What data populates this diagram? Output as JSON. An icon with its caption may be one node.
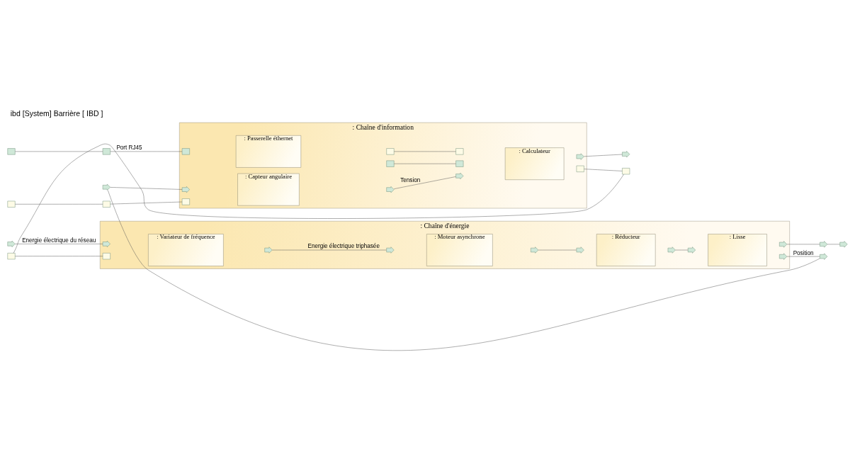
{
  "diagram": {
    "title": "ibd [System] Barrière [ IBD ]",
    "nodes": [
      {
        "text": [
          ": Chaîne d'information"
        ]
      },
      {
        "text": [],
        "shape": "box"
      },
      {
        "text": [],
        "shape": "box"
      },
      {
        "text": [],
        "shape": "box"
      },
      {
        "text": [],
        "shape": "box"
      },
      {
        "text": [],
        "shape": "arrow"
      },
      {
        "text": [
          ": Passerelle éthernet"
        ],
        "in": 0
      },
      {
        "text": [],
        "shape": "box",
        "in": 0
      },
      {
        "text": [],
        "shape": "box",
        "in": 0
      },
      {
        "text": [],
        "shape": "box",
        "in": 0
      },
      {
        "text": [],
        "shape": "box",
        "in": 0
      },
      {
        "text": [
          ": Capteur angulaire"
        ],
        "in": 0
      },
      {
        "text": [],
        "shape": "arrow",
        "in": 0
      },
      {
        "text": [],
        "shape": "arrow",
        "in": 0
      },
      {
        "text": [
          ": Calculateur"
        ],
        "in": 0
      },
      {
        "text": [],
        "shape": "box",
        "in": 0
      },
      {
        "text": [],
        "shape": "box",
        "in": 0
      },
      {
        "text": [],
        "shape": "arrow",
        "in": 0
      },
      {
        "text": [],
        "shape": "arrow",
        "in": 0
      },
      {
        "text": [],
        "shape": "box",
        "in": 0
      },
      {
        "text": [],
        "shape": "arrow"
      },
      {
        "text": [],
        "shape": "box"
      },
      {
        "text": [
          ": Chaîne d'énergie"
        ]
      },
      {
        "text": [],
        "shape": "box"
      },
      {
        "text": [],
        "shape": "arrow"
      },
      {
        "text": [
          ": Variateur de fréquence"
        ],
        "in": 22
      },
      {
        "text": [],
        "shape": "box",
        "in": 22
      },
      {
        "text": [],
        "shape": "arrow",
        "in": 22
      },
      {
        "text": [],
        "shape": "arrow",
        "in": 22
      },
      {
        "text": [
          ": Moteur asynchrone"
        ],
        "in": 22
      },
      {
        "text": [],
        "shape": "arrow",
        "in": 22
      },
      {
        "text": [],
        "shape": "arrow",
        "in": 22
      },
      {
        "text": [
          ": Réducteur"
        ],
        "in": 22
      },
      {
        "text": [],
        "shape": "arrow",
        "in": 22
      },
      {
        "text": [],
        "shape": "arrow",
        "in": 22
      },
      {
        "text": [
          ": Lisse"
        ],
        "in": 22
      },
      {
        "text": [],
        "shape": "arrow",
        "in": 22
      },
      {
        "text": [],
        "shape": "arrow",
        "in": 22
      },
      {
        "text": [],
        "shape": "arrow",
        "in": 22
      },
      {
        "text": [],
        "shape": "arrow"
      },
      {
        "text": [],
        "shape": "arrow"
      },
      {
        "text": [],
        "shape": "arrow"
      }
    ],
    "edges": [
      {
        "from": 1,
        "to": 3,
        "arrow": "none"
      },
      {
        "from": 3,
        "to": 7,
        "arrow": "none",
        "label": "Port RJ45"
      },
      {
        "from": 9,
        "to": 15,
        "arrow": "none"
      },
      {
        "from": 2,
        "to": 4,
        "arrow": "none"
      },
      {
        "from": 4,
        "to": 8,
        "arrow": "none"
      },
      {
        "from": 10,
        "to": 16,
        "arrow": "none"
      },
      {
        "from": 5,
        "to": 12,
        "arrow": "none"
      },
      {
        "from": 13,
        "to": 17,
        "arrow": "none",
        "label": "Tension"
      },
      {
        "from": 18,
        "to": 20,
        "arrow": "none"
      },
      {
        "from": 19,
        "to": 21,
        "arrow": "none"
      },
      {
        "from": 21,
        "to": 23,
        "arrow": "none"
      },
      {
        "from": 23,
        "to": 26,
        "arrow": "none"
      },
      {
        "from": 24,
        "to": 27,
        "arrow": "none",
        "label": "Energie électrique du réseau"
      },
      {
        "from": 28,
        "to": 30,
        "arrow": "none",
        "label": "Energie électrique triphasée"
      },
      {
        "from": 31,
        "to": 33,
        "arrow": "none"
      },
      {
        "from": 34,
        "to": 36,
        "arrow": "none"
      },
      {
        "from": 37,
        "to": 39,
        "arrow": "none",
        "label": "Position"
      },
      {
        "from": 39,
        "to": 5,
        "arrow": "none"
      },
      {
        "from": 38,
        "to": 40,
        "arrow": "none"
      },
      {
        "from": 40,
        "to": 41,
        "arrow": "none"
      }
    ]
  }
}
